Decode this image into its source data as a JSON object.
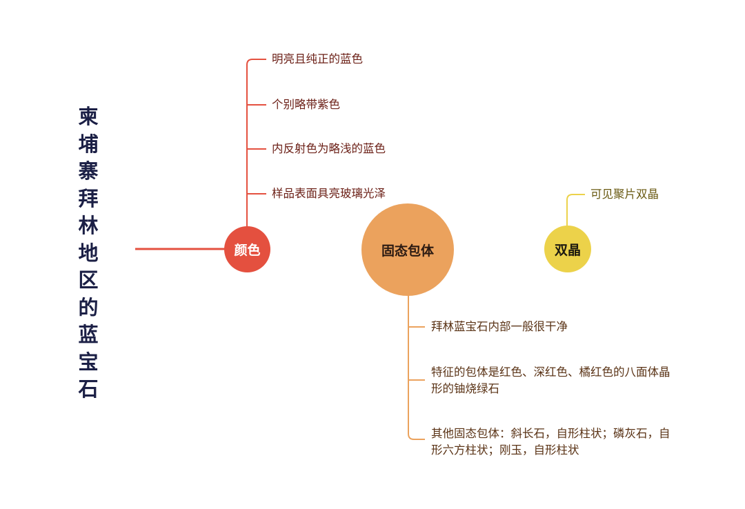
{
  "title": "柬埔寨拜林地区的蓝宝石",
  "colors": {
    "title": "#1b1f45",
    "red": "#e4503f",
    "orange": "#eba25d",
    "yellow": "#ecd24a"
  },
  "nodes": {
    "color": {
      "label": "颜色",
      "items": [
        "明亮且纯正的蓝色",
        "个别略带紫色",
        "内反射色为略浅的蓝色",
        "样品表面具亮玻璃光泽"
      ]
    },
    "inclusion": {
      "label": "固态包体",
      "items": [
        [
          "拜林蓝宝石内部一般很干净"
        ],
        [
          "特征的包体是红色、深红色、橘红色的八面体晶",
          "形的铀烧绿石"
        ],
        [
          "其他固态包体：斜长石，自形柱状；磷灰石，自",
          "形六方柱状；刚玉，自形柱状"
        ]
      ]
    },
    "twin": {
      "label": "双晶",
      "items": [
        "可见聚片双晶"
      ]
    }
  }
}
